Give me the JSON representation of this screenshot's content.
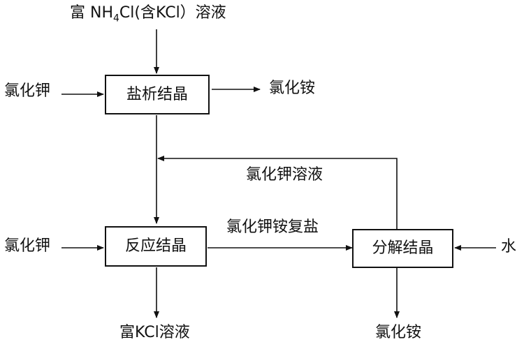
{
  "inputs": {
    "top_feed": {
      "prefix": "富 NH",
      "sub": "4",
      "suffix": "Cl(含KCl）溶液"
    },
    "kcl_in_1": "氯化钾",
    "kcl_in_2": "氯化钾",
    "water_in": "水"
  },
  "units": {
    "salting_out": "盐析结晶",
    "reaction": "反应结晶",
    "decomposition": "分解结晶"
  },
  "streams": {
    "nh4cl_out_1": "氯化铵",
    "kcl_recycle": "氯化钾溶液",
    "double_salt": "氯化钾铵复盐",
    "kcl_product": "富KCl溶液",
    "nh4cl_out_2": "氯化铵"
  }
}
